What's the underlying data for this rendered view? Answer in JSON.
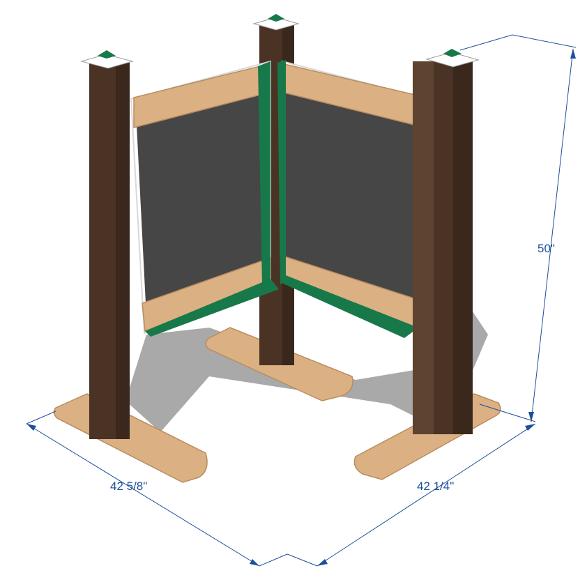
{
  "dimensions": {
    "height": "50\"",
    "depth_left": "42 5/8\"",
    "depth_right": "42 1/4\""
  },
  "colors": {
    "post": "#4a3324",
    "post_dark": "#3a281c",
    "post_light": "#5e4330",
    "wood": "#dbb083",
    "wood_edge": "#b88d60",
    "panel": "#464646",
    "trim_green": "#17794a",
    "shadow": "#a9a9a9",
    "dimension_line": "#1d4f9c"
  },
  "icons": {
    "post_cap": "pyramid-cap-icon"
  }
}
